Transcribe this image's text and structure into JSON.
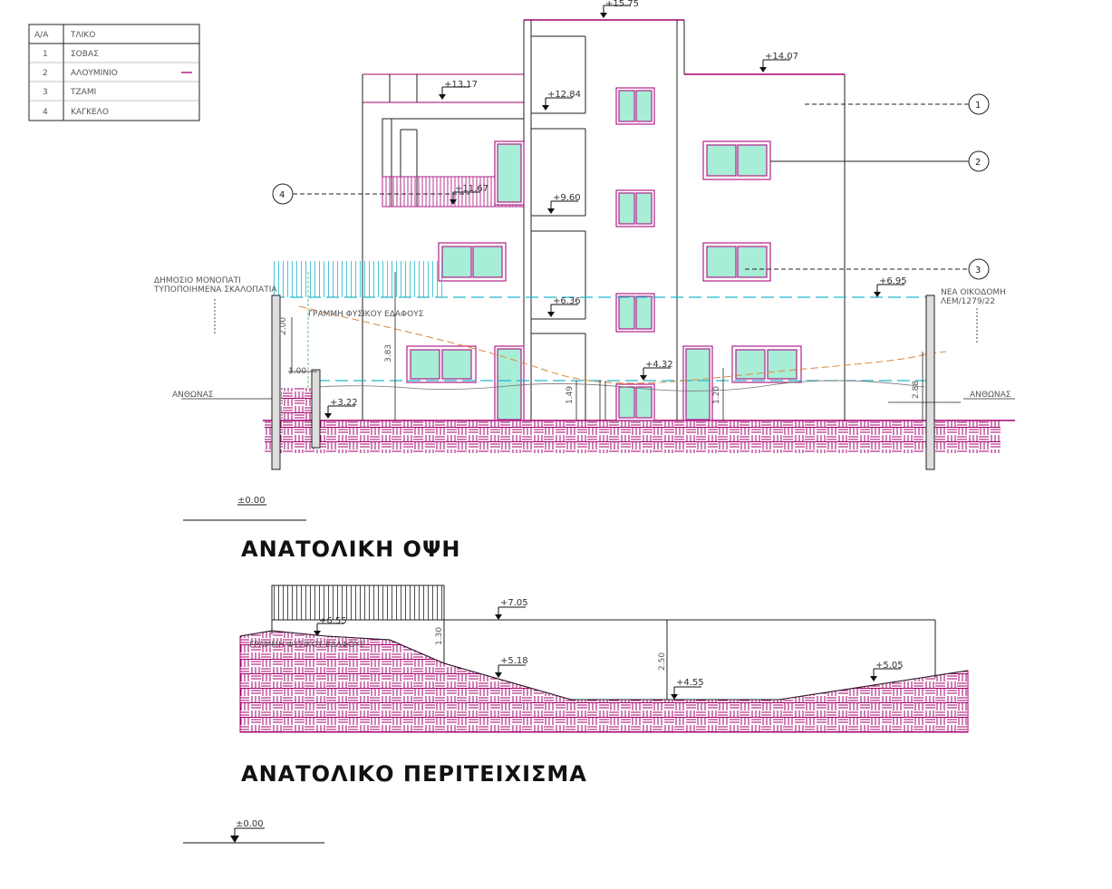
{
  "legend": {
    "header": {
      "aa": "Α/Α",
      "material": "ΤΛΙΚΟ"
    },
    "rows": [
      {
        "aa": "1",
        "material": "ΣΟΒΑΣ"
      },
      {
        "aa": "2",
        "material": "ΑΛΟΥΜΙΝΙΟ"
      },
      {
        "aa": "3",
        "material": "ΤΖΑΜΙ"
      },
      {
        "aa": "4",
        "material": "ΚΑΓΚΕΛΟ"
      }
    ]
  },
  "east_elevation": {
    "title": "ΑΝΑΤΟΛΙΚΗ ΟΨΗ",
    "levels": {
      "top": "+15.75",
      "roof_right": "+14.07",
      "roof_left": "+13.17",
      "stair_1": "+12.84",
      "balcony": "+11.67",
      "stair_2": "+9.60",
      "stair_3": "+6.36",
      "right_ground": "+6.95",
      "entrance": "+4.32",
      "left_ground": "+3.22",
      "datum": "±0.00"
    },
    "dimensions": {
      "d1": "2.00",
      "d2": "1.00",
      "d3": "3.83",
      "d4": "1.49",
      "d5": "1.20",
      "d6": "2.88"
    },
    "callouts": [
      "1",
      "2",
      "3",
      "4"
    ],
    "labels": {
      "left_path_1": "ΔΗΜΟΣΙΟ ΜΟΝΟΠΑΤΙ",
      "left_path_2": "ΤΥΠΟΠΟΙΗΜΕΝΑ ΣΚΑΛΟΠΑΤΙΑ",
      "natural_ground": "ΓΡΑΜΜΗ ΦΥΣΙΚΟΥ ΕΔΑΦΟΥΣ",
      "right_neighbor_1": "ΝΕΑ ΟΙΚΟΔΟΜΗ",
      "right_neighbor_2": "ΛΕΜ/1279/22",
      "left_flower": "ΑΝΘΩΝΑΣ",
      "right_flower": "ΑΝΘΩΝΑΣ"
    }
  },
  "east_wall": {
    "title": "ΑΝΑΤΟΛΙΚΟ ΠΕΡΙΤΕΙΧΙΣΜΑ",
    "levels": {
      "top": "+7.05",
      "left": "+6.55",
      "mid_left": "+5.18",
      "low": "+4.55",
      "right": "+5.05",
      "datum": "±0.00"
    },
    "dimensions": {
      "d1": "1.30",
      "d2": "2.50"
    },
    "labels": {
      "natural_ground": "ΓΡΑΜΜΗ ΦΥΣΙΚΟΥ ΕΔΑΦΟΥΣ"
    }
  },
  "colors": {
    "stone": "#a4006e",
    "glass": "#a8eed6",
    "aluminium": "#b0208a",
    "cyan": "#22b8cc",
    "ground_line": "#d9893a"
  }
}
